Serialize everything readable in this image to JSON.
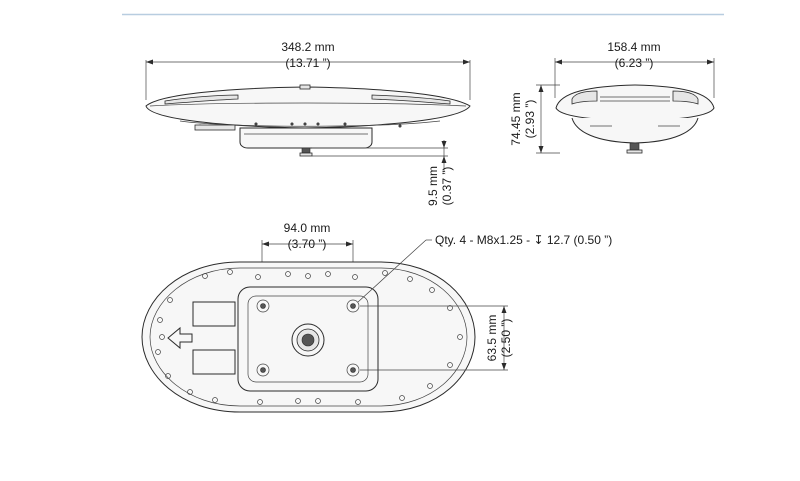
{
  "dimensions": {
    "side_width": {
      "metric": "348.2 mm",
      "imperial": "(13.71 ”)"
    },
    "front_width": {
      "metric": "158.4 mm",
      "imperial": "(6.23 ”)"
    },
    "height": {
      "metric": "74.45 mm",
      "imperial": "(2.93 ”)"
    },
    "connector": {
      "metric": "9.5 mm",
      "imperial": "(0.37 ”)"
    },
    "mount_width": {
      "metric": "94.0 mm",
      "imperial": "(3.70 ”)"
    },
    "mount_height": {
      "metric": "63.5 mm",
      "imperial": "(2.50 ”)"
    }
  },
  "callout": {
    "holes": "Qty. 4 - M8x1.25 - ↧ 12.7 (0.50 ”)"
  },
  "colors": {
    "rule": "#b8cde0",
    "line": "#2b2b2b"
  },
  "icons": {
    "direction": "arrow-left-icon",
    "connector": "connector-icon"
  }
}
